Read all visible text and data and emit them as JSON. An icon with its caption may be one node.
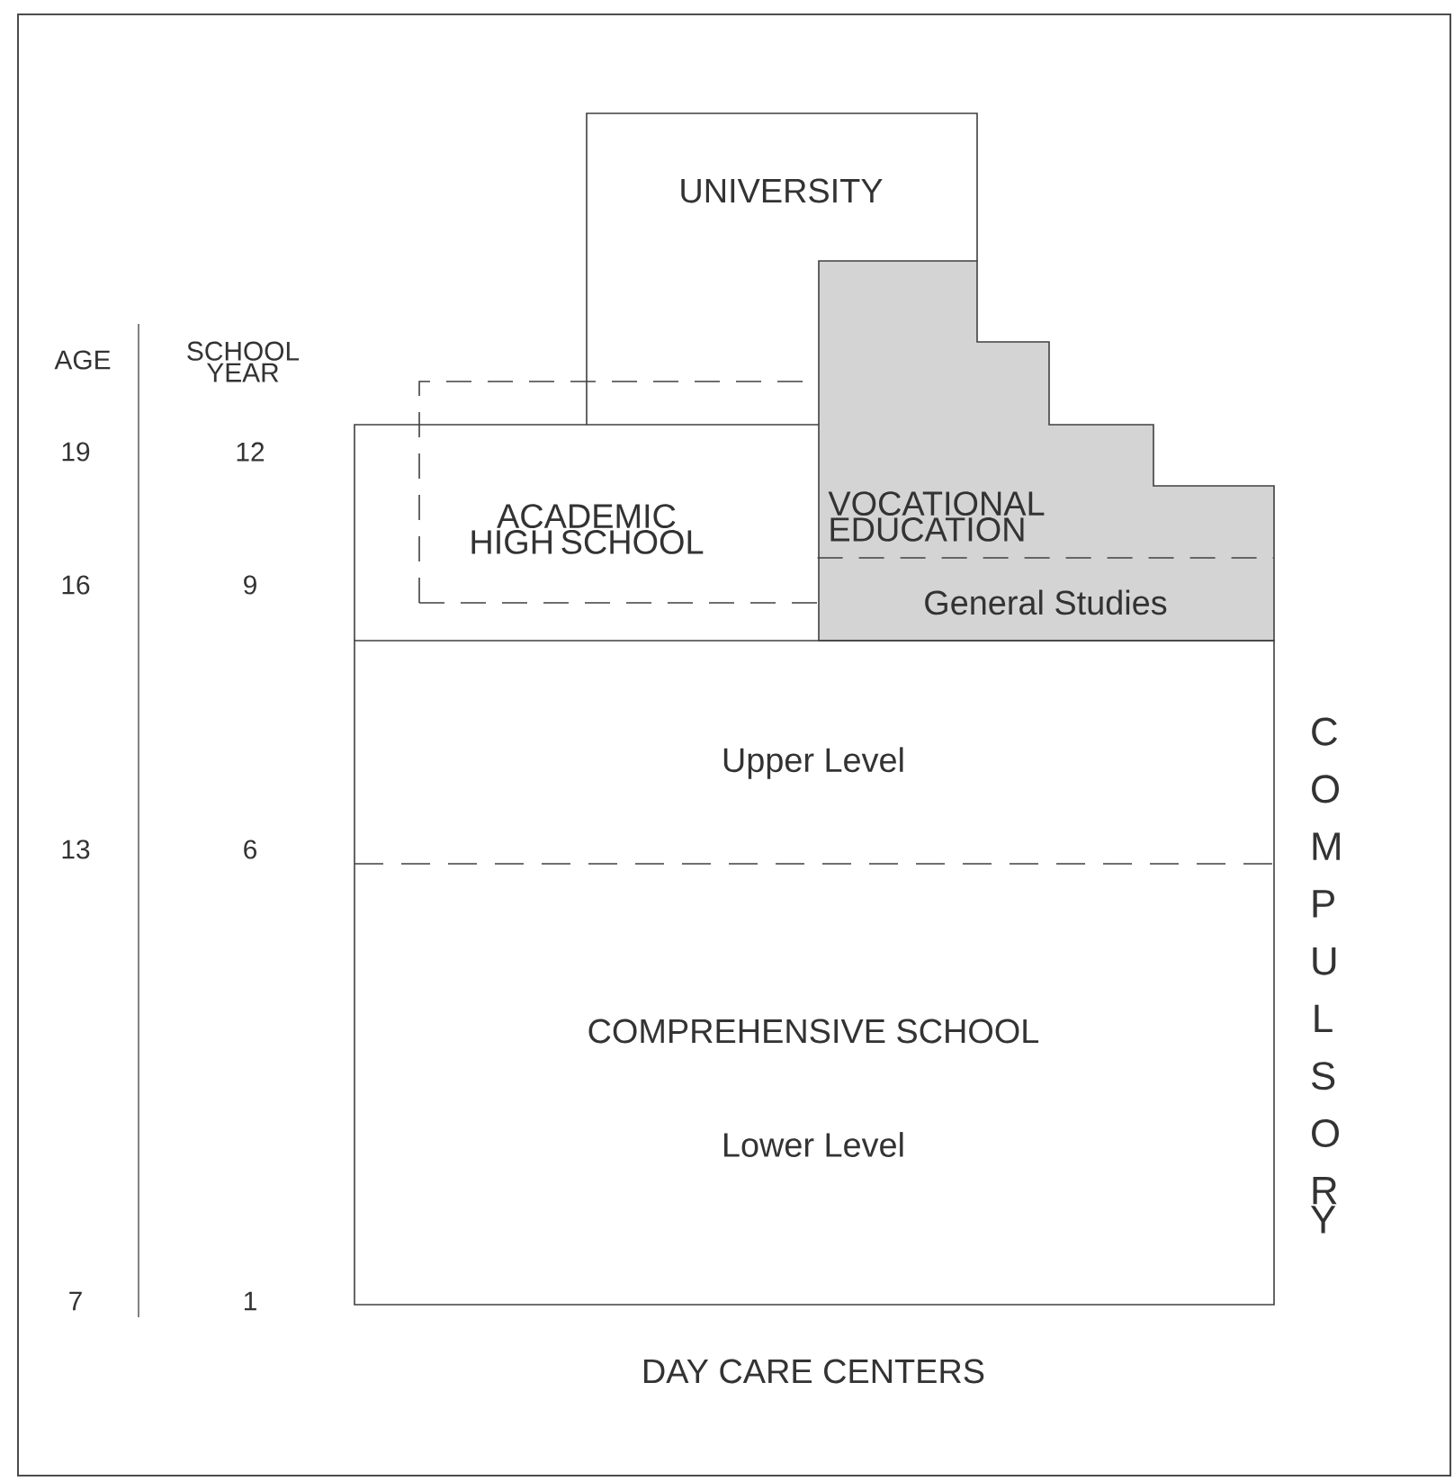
{
  "diagram": {
    "nodes": [
      {
        "text": [
          "UNIVERSITY"
        ]
      },
      {
        "text": [
          "ACADEMIC HIGH SCHOOL"
        ]
      },
      {
        "text": [
          "VOCATIONAL EDUCATION"
        ]
      },
      {
        "text": [
          "General Studies"
        ],
        "in": 2
      },
      {
        "text": [
          "Upper Level",
          "COMPREHENSIVE SCHOOL",
          "Lower Level"
        ]
      }
    ],
    "edges": [],
    "labels": [
      "AGE",
      "SCHOOL YEAR",
      "19",
      "12",
      "16",
      "9",
      "13",
      "6",
      "7",
      "1",
      "COMPULSORY",
      "DAY CARE CENTERS"
    ]
  }
}
